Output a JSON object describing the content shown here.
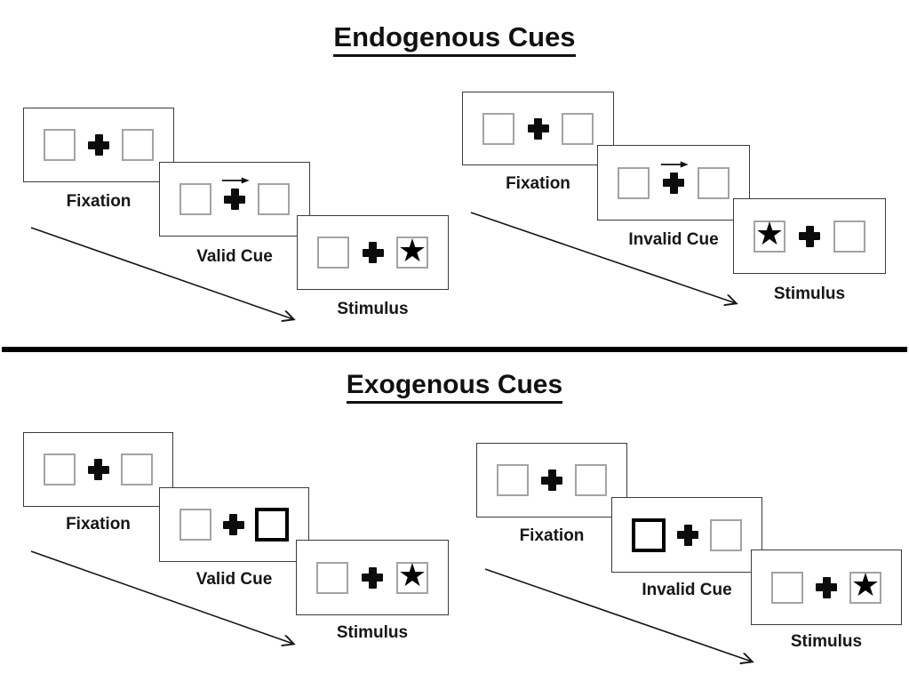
{
  "sections": [
    {
      "title": "Endogenous Cues",
      "groups": [
        {
          "name": "endogenous-valid",
          "panels": [
            {
              "label": "Fixation",
              "left_box": "empty",
              "right_box": "empty",
              "center": "cross"
            },
            {
              "label": "Valid Cue",
              "left_box": "empty",
              "right_box": "empty",
              "center": "cross-with-right-arrow"
            },
            {
              "label": "Stimulus",
              "left_box": "empty",
              "right_box": "star",
              "center": "cross"
            }
          ]
        },
        {
          "name": "endogenous-invalid",
          "panels": [
            {
              "label": "Fixation",
              "left_box": "empty",
              "right_box": "empty",
              "center": "cross"
            },
            {
              "label": "Invalid Cue",
              "left_box": "empty",
              "right_box": "empty",
              "center": "cross-with-right-arrow"
            },
            {
              "label": "Stimulus",
              "left_box": "star",
              "right_box": "empty",
              "center": "cross"
            }
          ]
        }
      ]
    },
    {
      "title": "Exogenous Cues",
      "groups": [
        {
          "name": "exogenous-valid",
          "panels": [
            {
              "label": "Fixation",
              "left_box": "empty",
              "right_box": "empty",
              "center": "cross"
            },
            {
              "label": "Valid Cue",
              "left_box": "empty",
              "right_box": "thick-outline",
              "center": "cross"
            },
            {
              "label": "Stimulus",
              "left_box": "empty",
              "right_box": "star",
              "center": "cross"
            }
          ]
        },
        {
          "name": "exogenous-invalid",
          "panels": [
            {
              "label": "Fixation",
              "left_box": "empty",
              "right_box": "empty",
              "center": "cross"
            },
            {
              "label": "Invalid Cue",
              "left_box": "thick-outline",
              "right_box": "empty",
              "center": "cross"
            },
            {
              "label": "Stimulus",
              "left_box": "empty",
              "right_box": "star",
              "center": "cross"
            }
          ]
        }
      ]
    }
  ],
  "glyphs": {
    "star": "★",
    "fixation_cross": "✚",
    "cue_direction_arrow": "→",
    "time_arrow": "↘"
  },
  "colors": {
    "ink": "#000000",
    "panel_border": "#3b3b3b",
    "box_border": "#a3a3a3",
    "divider": "#000000",
    "background": "#ffffff"
  }
}
